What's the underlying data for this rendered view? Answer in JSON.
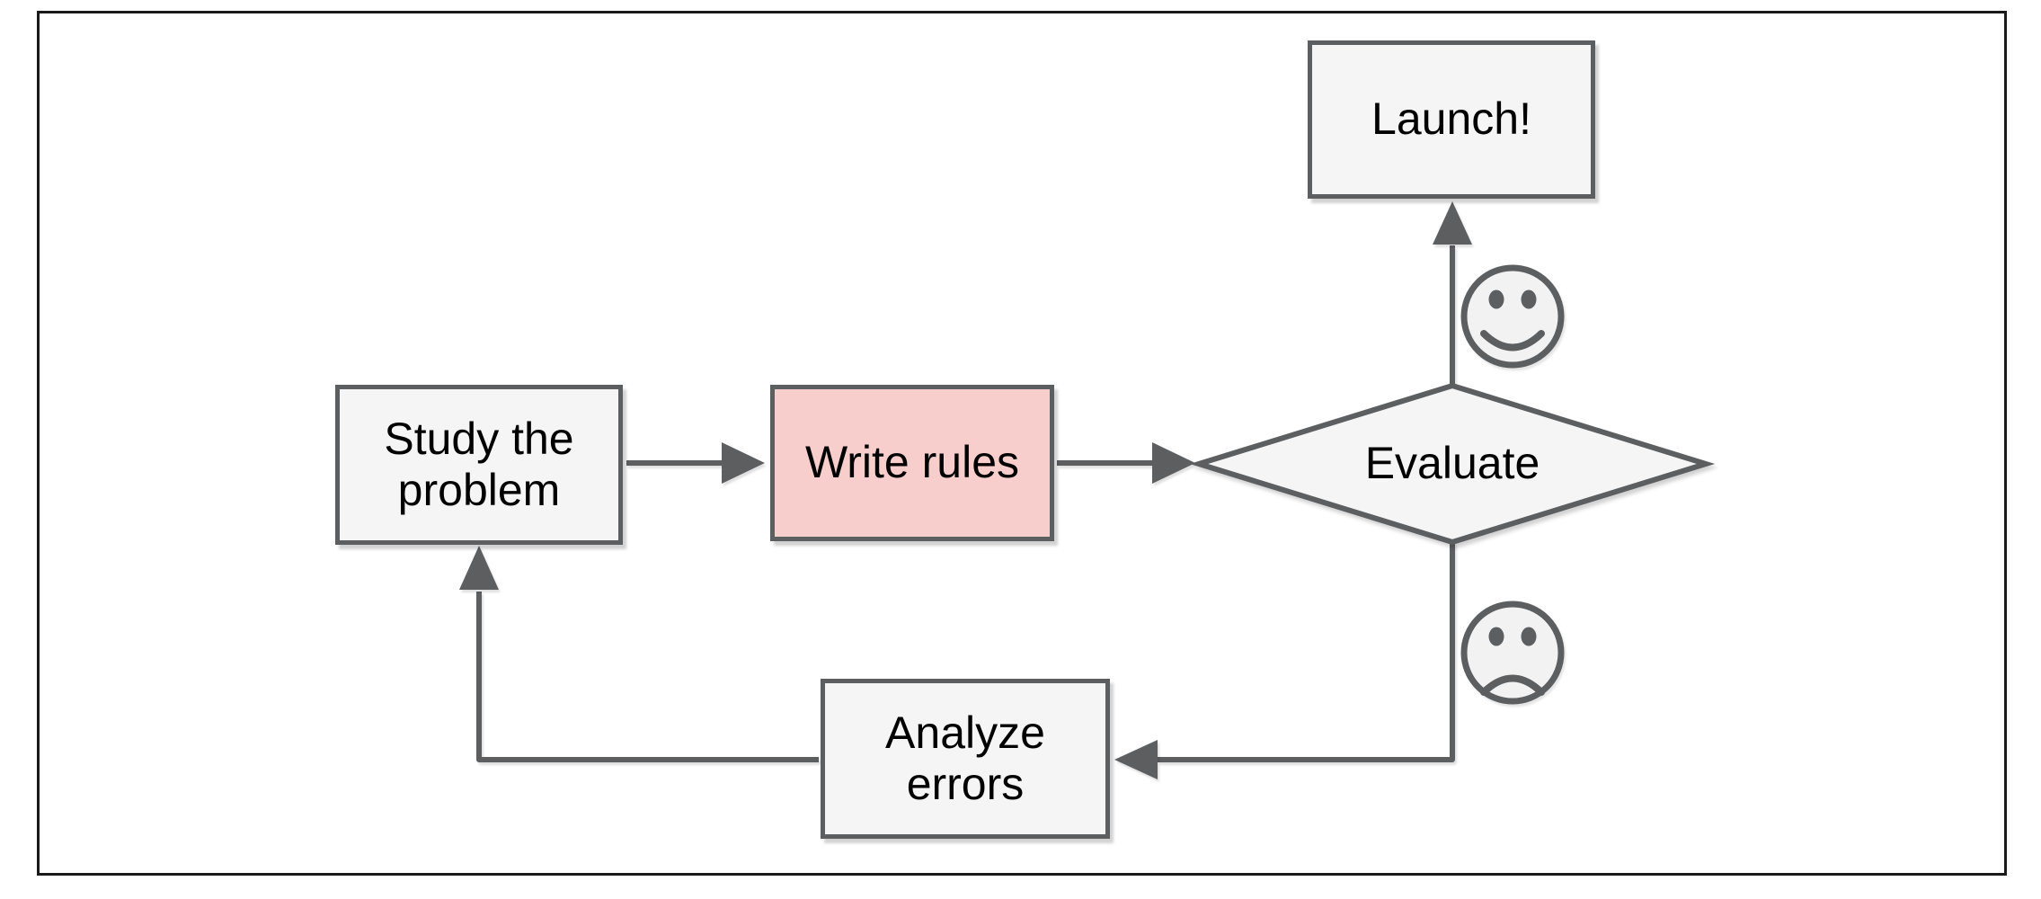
{
  "flowchart": {
    "nodes": {
      "study_problem": {
        "line1": "Study the",
        "line2": "problem"
      },
      "write_rules": {
        "line1": "Write rules"
      },
      "evaluate": {
        "line1": "Evaluate"
      },
      "launch": {
        "line1": "Launch!"
      },
      "analyze_errors": {
        "line1": "Analyze",
        "line2": "errors"
      }
    },
    "icons": {
      "happy": "happy-face-icon",
      "sad": "sad-face-icon"
    },
    "colors": {
      "node_fill": "#f5f5f5",
      "node_stroke": "#5d5e60",
      "highlight_fill": "#f8cecc",
      "connector": "#5d5e60",
      "text": "#000000",
      "face_fill": "#f2f2f2",
      "frame_border": "#1a1a1a",
      "background": "#ffffff"
    }
  }
}
